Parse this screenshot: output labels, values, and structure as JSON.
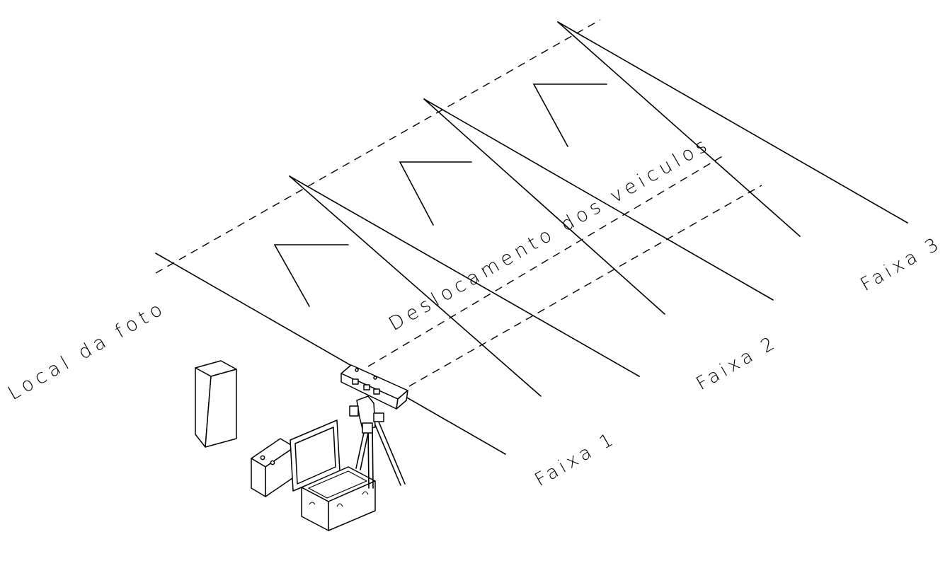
{
  "labels": {
    "photo_location": "Local da foto",
    "vehicle_travel": "Deslocamento dos veiculos",
    "lane_1": "Faixa 1",
    "lane_2": "Faixa 2",
    "lane_3": "Faixa 3"
  },
  "colors": {
    "ink": "#000000",
    "background": "#ffffff"
  },
  "equipment": [
    "cabinet",
    "battery",
    "equipment-case",
    "tripod",
    "speed-sensor"
  ]
}
